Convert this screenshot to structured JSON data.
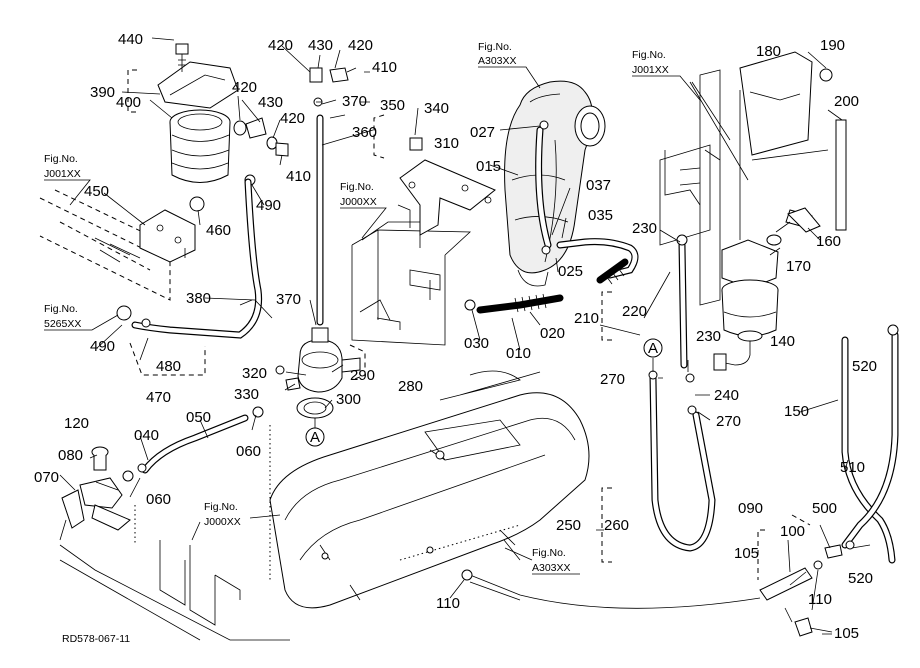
{
  "drawing": {
    "code": "RD578-067-11",
    "part_labels": [
      "440",
      "420",
      "430",
      "420",
      "410",
      "390",
      "400",
      "420",
      "430",
      "420",
      "410",
      "370",
      "350",
      "360",
      "340",
      "310",
      "027",
      "015",
      "037",
      "035",
      "025",
      "180",
      "190",
      "200",
      "160",
      "170",
      "230",
      "140",
      "220",
      "210",
      "230",
      "240",
      "270",
      "270",
      "450",
      "460",
      "490",
      "490",
      "480",
      "470",
      "380",
      "370",
      "320",
      "290",
      "330",
      "300",
      "280",
      "030",
      "010",
      "020",
      "120",
      "080",
      "070",
      "060",
      "050",
      "040",
      "060",
      "110",
      "150",
      "510",
      "520",
      "520",
      "500",
      "090",
      "100",
      "105",
      "110",
      "105",
      "260",
      "250"
    ],
    "figure_refs": [
      {
        "label": "Fig.No.",
        "code": "A303XX"
      },
      {
        "label": "Fig.No.",
        "code": "J001XX"
      },
      {
        "label": "Fig.No.",
        "code": "J001XX"
      },
      {
        "label": "Fig.No.",
        "code": "J000XX"
      },
      {
        "label": "Fig.No.",
        "code": "5265XX"
      },
      {
        "label": "Fig.No.",
        "code": "J000XX"
      },
      {
        "label": "Fig.No.",
        "code": "A303XX"
      }
    ],
    "connection_markers": [
      "A",
      "A"
    ]
  }
}
